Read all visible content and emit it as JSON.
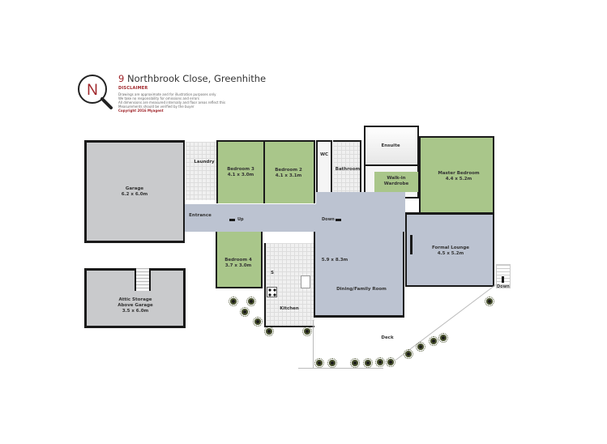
{
  "header": {
    "number": "9",
    "street": " Northbrook Close, Greenhithe",
    "compass_letter": "N",
    "disclaimer_heading": "DISCLAIMER",
    "disclaimer_lines": [
      "Drawings are approximate and for illustration purposes only",
      "We take no responsibility for omissions and errors",
      "All dimensions are measured internally and floor areas reflect this",
      "Measurements should be verified by the buyer"
    ],
    "copyright": "Copyright 2016   Myagent"
  },
  "rooms": {
    "garage": {
      "name": "Garage",
      "size": "6.2 x 6.0m"
    },
    "laundry": {
      "name": "Laundry"
    },
    "bedroom3": {
      "name": "Bedroom 3",
      "size": "4.1 x 3.0m"
    },
    "bedroom2": {
      "name": "Bedroom 2",
      "size": "4.1 x 3.1m"
    },
    "wc": {
      "name": "WC"
    },
    "bathroom": {
      "name": "Bathroom"
    },
    "ensuite": {
      "name": "Ensuite"
    },
    "walkin": {
      "name": "Walk-in",
      "name2": "Wardrobe"
    },
    "master": {
      "name": "Master Bedroom",
      "size": "4.4 x 5.2m"
    },
    "entrance": {
      "name": "Entrance"
    },
    "formal_lounge": {
      "name": "Formal Lounge",
      "size": "4.5 x 5.2m"
    },
    "bedroom4": {
      "name": "Bedroom 4",
      "size": "3.7 x 3.0m"
    },
    "dining": {
      "name": "Dining/Family Room",
      "size": "5.9 x 8.3m"
    },
    "kitchen": {
      "name": "Kitchen",
      "s_label": "S"
    },
    "attic": {
      "name": "Attic Storage",
      "name2": "Above Garage",
      "size": "3.5 x 6.0m"
    },
    "deck": {
      "name": "Deck"
    }
  },
  "stairs": {
    "up": "Up",
    "down_hall": "Down",
    "down_exterior": "Down"
  },
  "colors": {
    "bedroom_green": "#a9c68a",
    "living_blue": "#bcc3d1",
    "garage_grey": "#c9cacc",
    "accent_red": "#a0262b"
  }
}
